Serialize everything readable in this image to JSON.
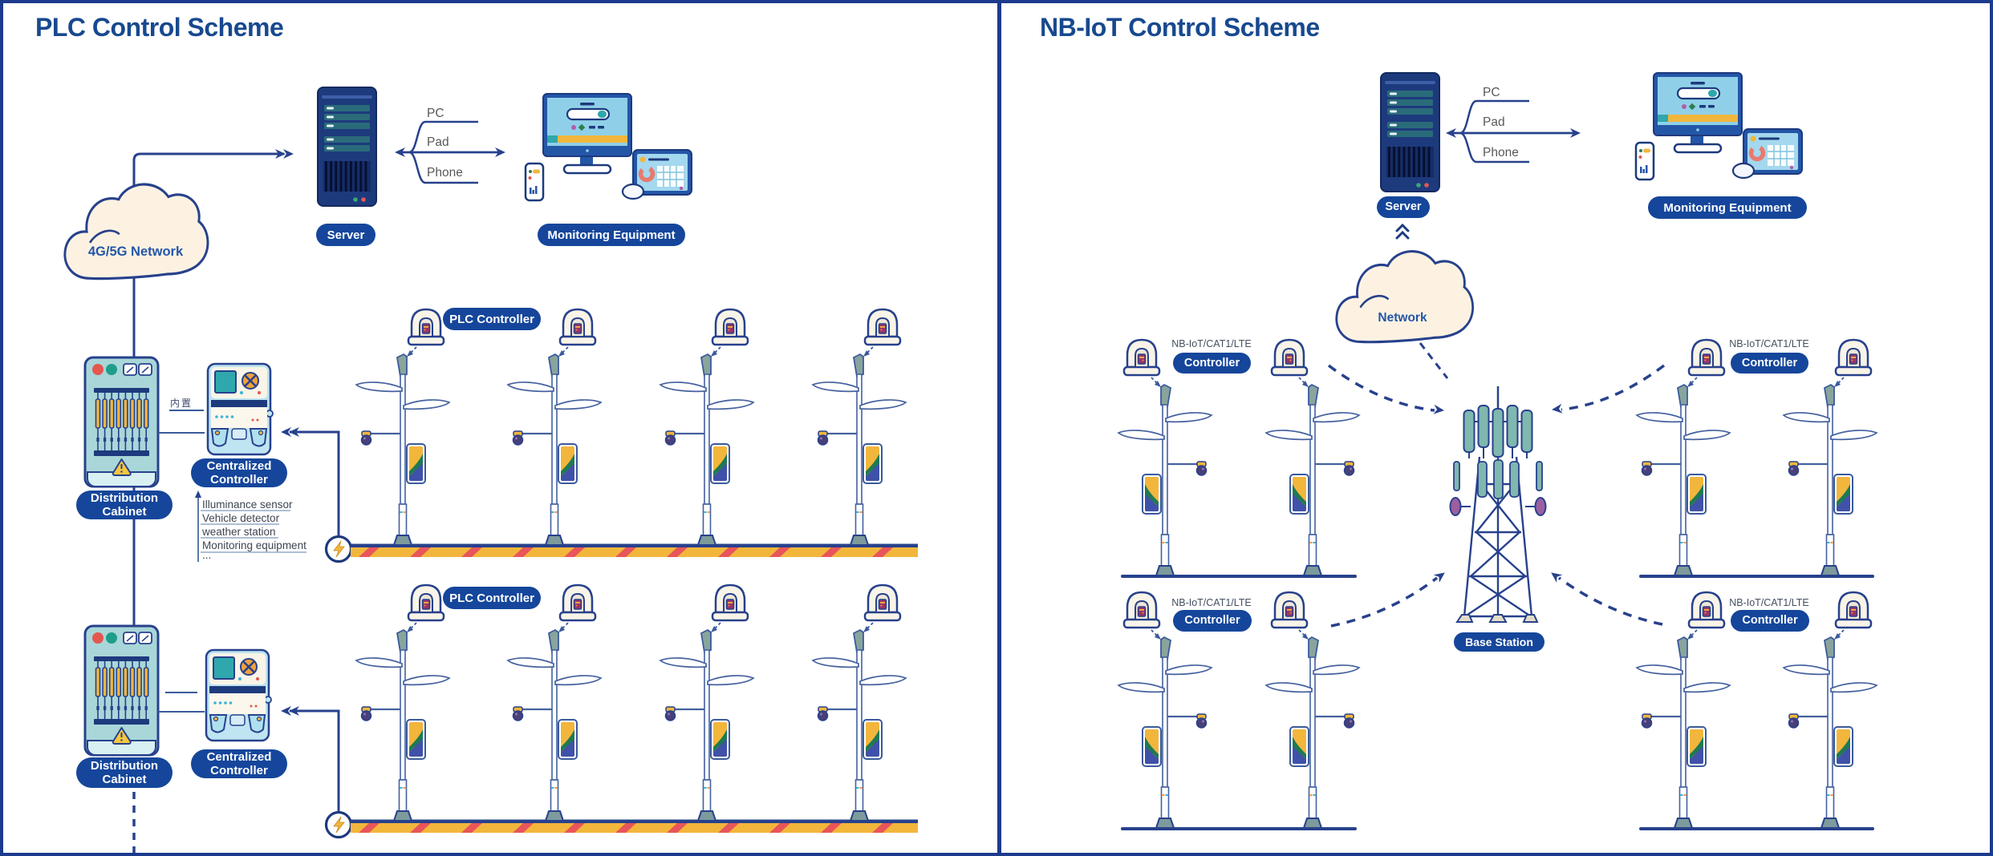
{
  "left_panel": {
    "title": "PLC Control Scheme",
    "cloud_label": "4G/5G Network",
    "server_label": "Server",
    "clients": {
      "pc": "PC",
      "pad": "Pad",
      "phone": "Phone"
    },
    "monitoring_label": "Monitoring Equipment",
    "distribution_cabinet_label": "Distribution Cabinet",
    "builtin_label": "内置",
    "centralized_controller_label": "Centralized Controller",
    "plc_controller_label": "PLC Controller",
    "peripherals": [
      "Illuminance sensor",
      "Vehicle detector",
      "weather station",
      "Monitoring equipment",
      "..."
    ]
  },
  "right_panel": {
    "title": "NB-IoT Control Scheme",
    "server_label": "Server",
    "clients": {
      "pc": "PC",
      "pad": "Pad",
      "phone": "Phone"
    },
    "monitoring_label": "Monitoring Equipment",
    "cloud_label": "Network",
    "controller_type_label": "NB-IoT/CAT1/LTE",
    "controller_label": "Controller",
    "base_station_label": "Base Station"
  },
  "colors": {
    "outline_navy": "#27418c",
    "pill_blue": "#15469b",
    "title_blue": "#17498f",
    "cloud_cream": "#fdf2e2",
    "road_yellow": "#f2b63c",
    "road_red": "#e8555a",
    "teal": "#2fa8ad",
    "antenna_teal": "#80b7ae",
    "cabinet_teal": "#a9d6d8"
  }
}
